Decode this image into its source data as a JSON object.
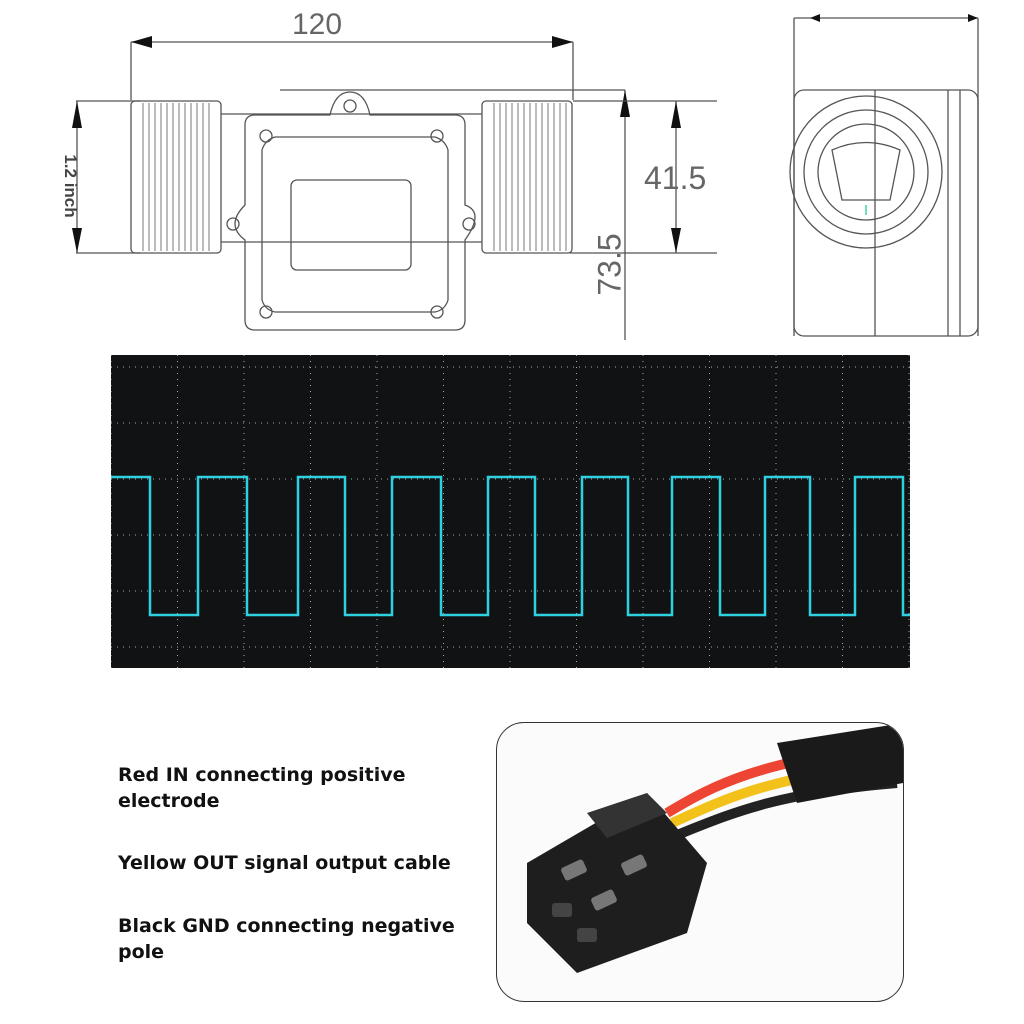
{
  "drawing": {
    "length_dim": "120",
    "thread_dim": "1.2 inch",
    "body_height_dim": "41.5",
    "total_height_dim": "73.5"
  },
  "oscilloscope": {
    "signal_color": "#2fd0e0",
    "signal": "square-wave"
  },
  "wiring": {
    "items": [
      {
        "text": "Red IN connecting positive electrode"
      },
      {
        "text": "Yellow OUT signal output cable"
      },
      {
        "text": "Black GND connecting negative pole"
      }
    ]
  }
}
